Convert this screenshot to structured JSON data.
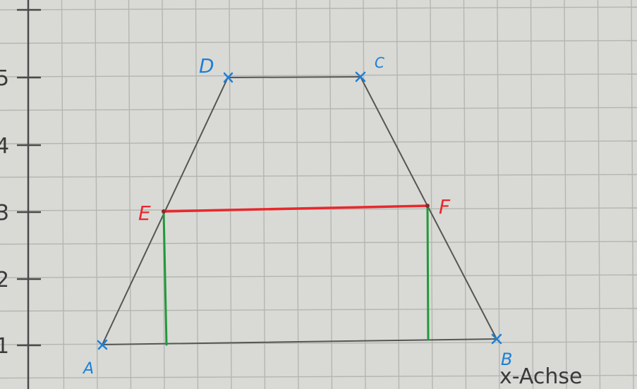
{
  "axis": {
    "y_ticks": [
      "5",
      "4",
      "3",
      "2",
      "1"
    ],
    "x_caption": "x-Achse"
  },
  "points": {
    "A": "A",
    "B": "B",
    "C": "C",
    "D": "D",
    "E": "E",
    "F": "F"
  },
  "colors": {
    "paper": "#d9dad5",
    "grid": "#b4b6b2",
    "pencil": "#555555",
    "marker_blue": "#1e7fd6",
    "segment_red": "#e8282e",
    "segment_green": "#1f9a3a"
  }
}
